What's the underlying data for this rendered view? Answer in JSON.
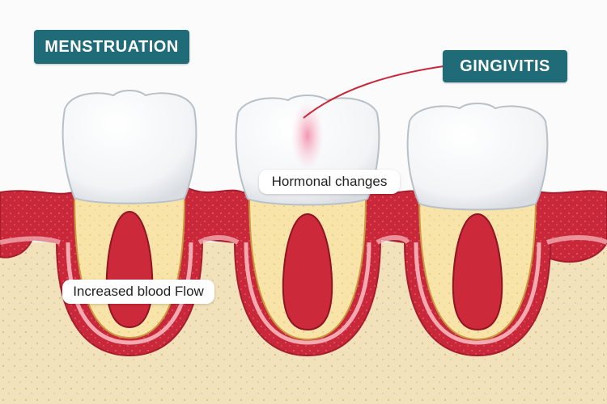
{
  "labels": {
    "menstruation": "MENSTRUATION",
    "gingivitis": "GINGIVITIS",
    "hormonal_changes": "Hormonal changes",
    "increased_blood_flow": "Increased blood Flow"
  },
  "colors": {
    "label_fill": "#1f6b78",
    "label_text": "#ffffff",
    "gum": "#c8283a",
    "gum_light": "#f2aab0",
    "bone": "#f1e2bb",
    "dentin": "#f8e4a8",
    "pulp": "#cc2a3a",
    "enamel": "#ffffff",
    "leader_line": "#c8283a",
    "inflammation": "#f4a6be"
  },
  "icons": [
    "tooth-icon",
    "gum-tissue-icon",
    "bone-icon",
    "pulp-icon"
  ]
}
